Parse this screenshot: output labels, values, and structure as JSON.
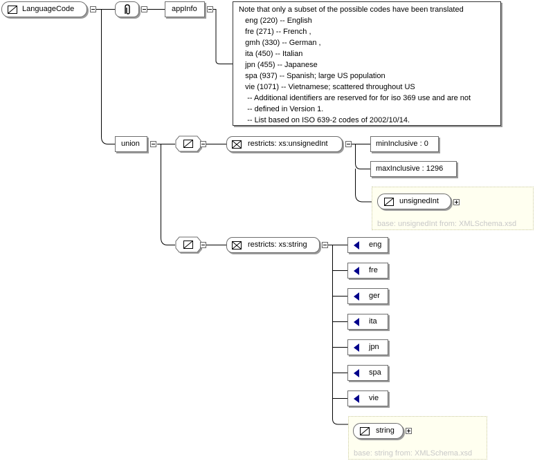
{
  "nodes": {
    "root": "LanguageCode",
    "appinfo": "appInfo",
    "union": "union",
    "restrict_int": "restricts: xs:unsignedInt",
    "min_inclusive": "minInclusive : 0",
    "max_inclusive": "maxInclusive : 1296",
    "unsigned_int": "unsignedInt",
    "unsigned_base": "base: unsignedInt from: XMLSchema.xsd",
    "restrict_string": "restricts: xs:string",
    "string": "string",
    "string_base": "base: string from: XMLSchema.xsd"
  },
  "annotation": [
    "Note that only a subset of the possible codes have been translated",
    "   eng (220) -- English",
    "   fre (271) -- French ,",
    "   gmh (330) -- German ,",
    "   ita (450) -- Italian",
    "   jpn (455) -- Japanese",
    "   spa (937) -- Spanish; large US population",
    "   vie (1071) -- Vietnamese; scattered throughout US",
    "    -- Additional identifiers are reserved for for iso 369 use and are not",
    "    -- defined in Version 1.",
    "    -- List based on ISO 639-2 codes of 2002/10/14."
  ],
  "enumerations": [
    "eng",
    "fre",
    "ger",
    "ita",
    "jpn",
    "spa",
    "vie"
  ],
  "colors": {
    "enum_marker": "#00008b",
    "box_border": "#6e6e6e",
    "base_panel": "#fffff0"
  }
}
